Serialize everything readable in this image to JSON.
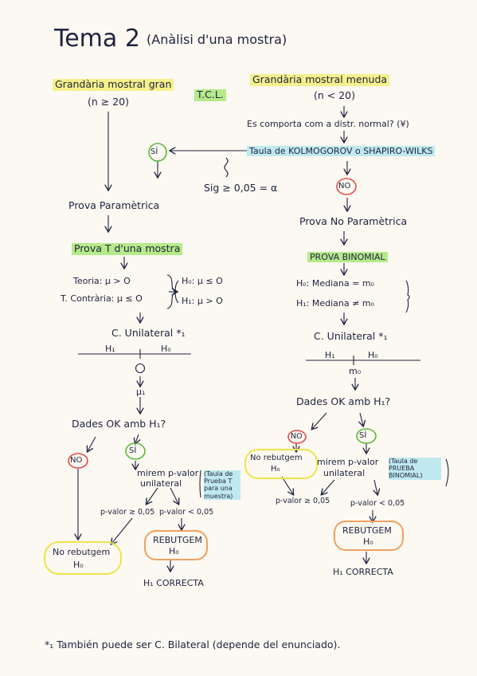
{
  "title": {
    "main": "Tema 2",
    "sub": "(Anàlisi d'una mostra)"
  },
  "left": {
    "header": "Grandària mostral gran",
    "cond": "(n ≥ 20)",
    "prova": "Prova Paramètrica",
    "test": "Prova T d'una mostra",
    "hyp_teoria": "Teoria: μ > O",
    "hyp_contraria": "T. Contrària: μ ≤ O",
    "h0": "H₀: μ ≤ O",
    "h1": "H₁: μ > O",
    "unilateral": "C. Unilateral *₁",
    "axis_h1": "H₁",
    "axis_h0": "H₀",
    "zero": "O",
    "mu1": "μ₁",
    "question": "Dades OK amb H₁?",
    "no": "NO",
    "si": "SÍ",
    "mirem": "mirem p-valor",
    "unilateral2": "unilateral",
    "taula_note": "(Taula de Prueba T para una muestra)",
    "pvalor_ge": "p-valor ≥ 0,05",
    "pvalor_lt": "p-valor < 0,05",
    "no_rebutgem": "No rebutgem",
    "no_rebutgem_h0": "H₀",
    "rebutgem": "REBUTGEM",
    "rebutgem_h0": "H₀",
    "correcta": "H₁ CORRECTA"
  },
  "center": {
    "tcl": "T.C.L.",
    "si": "SÍ",
    "sig": "Sig ≥ 0,05 = α"
  },
  "right": {
    "header": "Grandària mostral menuda",
    "cond": "(n < 20)",
    "question": "Es comporta com a distr. normal? (¥)",
    "taula": "Taula de KOLMOGOROV o SHAPIRO-WILKS",
    "no": "NO",
    "prova": "Prova No Paramètrica",
    "test": "PROVA BINOMIAL",
    "h0": "H₀: Mediana = m₀",
    "h1": "H₁: Mediana ≠ m₀",
    "unilateral": "C. Unilateral *₁",
    "axis_h1": "H₁",
    "axis_h0": "H₀",
    "m0": "m₀",
    "question2": "Dades OK amb H₁?",
    "no2": "NO",
    "si2": "SÍ",
    "no_rebutgem": "No rebutgem",
    "no_rebutgem_h0": "H₀",
    "mirem": "mirem p-valor",
    "unilateral2": "unilateral",
    "taula_note": "(Taula de PRUEBA BINOMIAL)",
    "pvalor_ge": "p-valor ≥ 0,05",
    "pvalor_lt": "p-valor < 0,05",
    "rebutgem": "REBUTGEM",
    "rebutgem_h0": "H₀",
    "correcta": "H₁ CORRECTA"
  },
  "footnote": "*₁ También puede ser C. Bilateral (depende del enunciado).",
  "colors": {
    "ink": "#1f2240",
    "yellow": "#f5f08a",
    "cyan": "#bfe9ee",
    "green": "#b5ea8a",
    "red": "#e34b4b",
    "orange": "#f0a060"
  }
}
